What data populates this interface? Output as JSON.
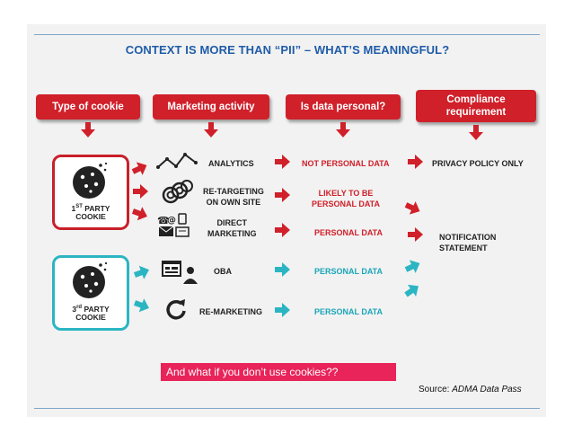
{
  "title": "CONTEXT IS MORE THAN “PII” – WHAT’S MEANINGFUL?",
  "headers": [
    "Type of cookie",
    "Marketing activity",
    "Is data personal?",
    "Compliance requirement"
  ],
  "cookies": {
    "first": {
      "line1": "1ST PARTY",
      "sup": "ST",
      "pre": "1",
      "post": " PARTY",
      "line2": "COOKIE"
    },
    "third": {
      "pre": "3",
      "sup": "rd",
      "post": " PARTY",
      "line2": "COOKIE"
    }
  },
  "activities": {
    "analytics": "ANALYTICS",
    "retargeting_1": "RE-TARGETING",
    "retargeting_2": "ON OWN SITE",
    "direct_1": "DIRECT",
    "direct_2": "MARKETING",
    "oba": "OBA",
    "remarketing": "RE-MARKETING"
  },
  "data_personal": {
    "not_personal": "NOT PERSONAL DATA",
    "likely_1": "LIKELY TO BE",
    "likely_2": "PERSONAL DATA",
    "personal_direct": "PERSONAL DATA",
    "personal_oba": "PERSONAL DATA",
    "personal_remarketing": "PERSONAL DATA"
  },
  "compliance": {
    "privacy": "PRIVACY POLICY ONLY",
    "notification_1": "NOTIFICATION",
    "notification_2": "STATEMENT"
  },
  "note": "And what if you don’t use cookies??",
  "source_label": "Source: ",
  "source_name": "ADMA Data Pass",
  "colors": {
    "red": "#d0202a",
    "teal": "#2bb5c2",
    "title_blue": "#1f5ca8",
    "note_pink": "#e8245a"
  }
}
